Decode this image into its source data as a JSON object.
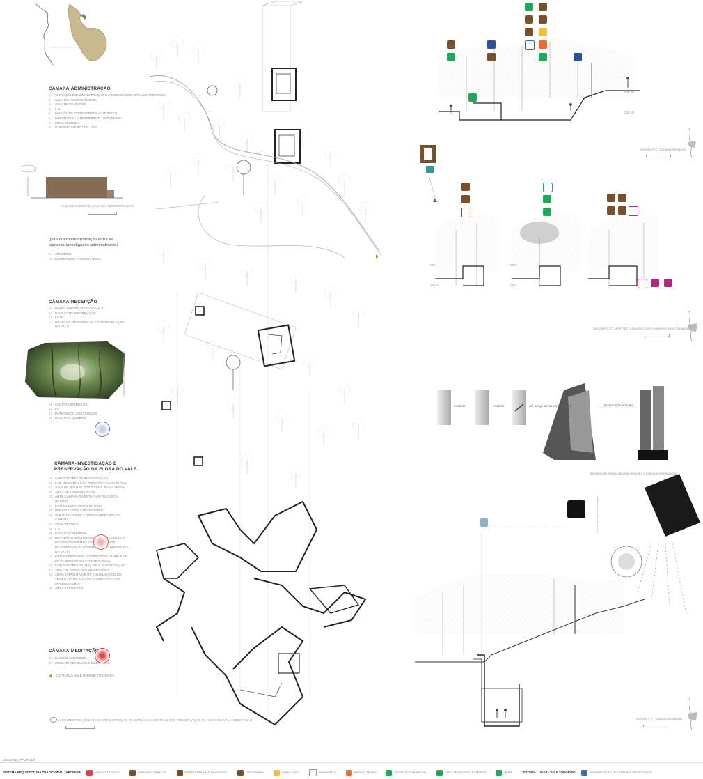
{
  "left_column": {
    "admin": {
      "heading": "Câmara-Administração",
      "items": [
        {
          "n": "1.",
          "t": "Serviços de Administração e Funcionários do Vale Todoroki."
        },
        {
          "n": "2.",
          "t": "Sala do Administrador."
        },
        {
          "n": "3.",
          "t": "Sala de Reuniões."
        },
        {
          "n": "4.",
          "t": "I. S."
        },
        {
          "n": "5.",
          "t": "Balcão de Atendimento ao Público."
        },
        {
          "n": "6.",
          "t": "Escritório - Atendimento ao Público."
        },
        {
          "n": "7.",
          "t": "Zona Técnica."
        },
        {
          "n": "8.",
          "t": "Compartimento do Lixo."
        }
      ]
    },
    "elevation_caption": "Alçado Sudeste_Câmara-Administração",
    "intermediate": {
      "heading_lines": [
        "(piso intermédio/transição entre as",
        "câmaras investigação-administração)"
      ],
      "items": [
        {
          "n": "9.",
          "t": "Arrumos."
        },
        {
          "n": "10.",
          "t": "Balneários funcionários."
        }
      ]
    },
    "reception": {
      "heading": "Câmara-Recepção",
      "items": [
        {
          "n": "11.",
          "t": "Painel informativo do vale."
        },
        {
          "n": "12.",
          "t": "Balcão de informação."
        },
        {
          "n": "13.",
          "t": "I.S.M."
        },
        {
          "n": "14.",
          "t": "Nicho de observação e contemplação"
        },
        {
          "n": "",
          "t": "do vale."
        }
      ],
      "photo_caption": "Contemplação e relação espacial do vale",
      "items2": [
        {
          "n": "15.",
          "t": "Cacifos (públicos)"
        },
        {
          "n": "16.",
          "t": "I.S."
        },
        {
          "n": "17.",
          "t": "Pátio seco (multi-usos)"
        },
        {
          "n": "18.",
          "t": "Balcão carimbos."
        }
      ]
    },
    "investigation": {
      "heading_lines": [
        "Câmara-Investigação e",
        "Preservação da Flora do Vale"
      ],
      "items": [
        {
          "n": "19.",
          "t": "Laboratório de investigação."
        },
        {
          "n": "20.",
          "t": "Lab. investigação patológicas da flora."
        },
        {
          "n": "21.",
          "t": "Sala de análise dos dados recolhidos."
        },
        {
          "n": "22.",
          "t": "Área de conferências."
        },
        {
          "n": "23.",
          "t": "Ante-câmara da estufa patológica"
        },
        {
          "n": "",
          "t": "(flora)."
        },
        {
          "n": "24.",
          "t": "Estufa patológica (flora)."
        },
        {
          "n": "25.",
          "t": "Biblioteca do laboratório."
        },
        {
          "n": "26.",
          "t": "Varanda sobre a estufa principal da"
        },
        {
          "n": "",
          "t": "câmara."
        },
        {
          "n": "27.",
          "t": "Zona técnica."
        },
        {
          "n": "28.",
          "t": "I. S."
        },
        {
          "n": "29.",
          "t": "Balcão carimbos."
        },
        {
          "n": "30.",
          "t": "Riacho (de pequenas dimensões para o"
        },
        {
          "n": "",
          "t": "desenvolvimento e consequente"
        },
        {
          "n": "",
          "t": "re-introdução dos perfumes japoneses"
        },
        {
          "n": "",
          "t": "no Vale)"
        },
        {
          "n": "31.",
          "t": "Estufa principal (condições lumínicas e"
        },
        {
          "n": "",
          "t": "de temperatura controladas)."
        },
        {
          "n": "32.",
          "t": "Laboratório de análise e investigação."
        },
        {
          "n": "33.",
          "t": "Área de apoio do laboratório."
        },
        {
          "n": "34.",
          "t": "Zona expositiva e de visualização do"
        },
        {
          "n": "",
          "t": "trabalho de análise e investigação"
        },
        {
          "n": "",
          "t": "desenvolvido."
        },
        {
          "n": "35.",
          "t": "Área expositiva."
        }
      ]
    },
    "meditation": {
      "heading": "Câmara-Meditação",
      "items": [
        {
          "n": "36.",
          "t": "Balcão carimbos."
        },
        {
          "n": "37.",
          "t": "Zona de reflexão e meditação."
        }
      ],
      "entries": "Entradas Vale Parque Todoroki"
    }
  },
  "center": {
    "caption": "Axonometria_Câmaras Administração, Recepção, Investigação e Preservação da Flora do Vale, Meditação"
  },
  "right": {
    "section_aa": "Secção A-A'_Câmara-Recepção",
    "section_links": "Secções C-C', M-M', NN'_Ligações (com) Interiores entre Câmaras",
    "section_pp": "Secção P-P'_Câmara-Meditação",
    "chamber_caption": "Modelos de estudo da chaminé junto à Câmara-Investigação",
    "model_step1": "modelar",
    "model_step2": "modelar",
    "model_step3": "até atingir as condições ideais",
    "model_step4": "Evaporação do calor",
    "section_labels": {
      "level_top": "338,00",
      "level_bottom": "336,00",
      "s1": "350,",
      "s2": "334,0",
      "s3": "330,",
      "s4": "328,"
    },
    "photo_label": "Cheminé da Câmara-Investigação"
  },
  "legend": {
    "title": "Legenda_Padrões",
    "system1": "Sistema Arquitectura Tradicional Japonesa",
    "entries1": [
      {
        "label": "Espaço Técnico",
        "color": "#e5404f"
      },
      {
        "label": "Expansão Espacial",
        "color": "#7a4f2b"
      },
      {
        "label": "Estrutura e Materialidade",
        "color": "#7a4f2b"
      },
      {
        "label": "Luz Sombra",
        "color": "#7a4f2b"
      },
      {
        "label": "Cheio Vazio",
        "color": "#f2c037"
      },
      {
        "label": "Movimento",
        "color": "#ffffff"
      },
      {
        "label": "Espaço Tempo",
        "color": "#ef6b2b"
      },
      {
        "label": "Orientação Espacial",
        "color": "#1daa5b"
      },
      {
        "label": "Vista Sequencial Exterior",
        "color": "#1daa5b"
      },
      {
        "label": "Série",
        "color": "#1daa5b"
      }
    ],
    "system2": "Sistema Lugar - Vale Todoroki",
    "entries2": [
      {
        "label": "Sobreposição de Tempos e Significados",
        "color": "#3b6fb0"
      }
    ]
  },
  "colors": {
    "brown": "#7a4f2b",
    "green": "#1daa5b",
    "yellow": "#f2c037",
    "orange": "#ef6b2b",
    "blue": "#2b4f9f",
    "magenta": "#b0287c",
    "tan": "#c8b98f",
    "accent_text": "#b7a98a"
  }
}
